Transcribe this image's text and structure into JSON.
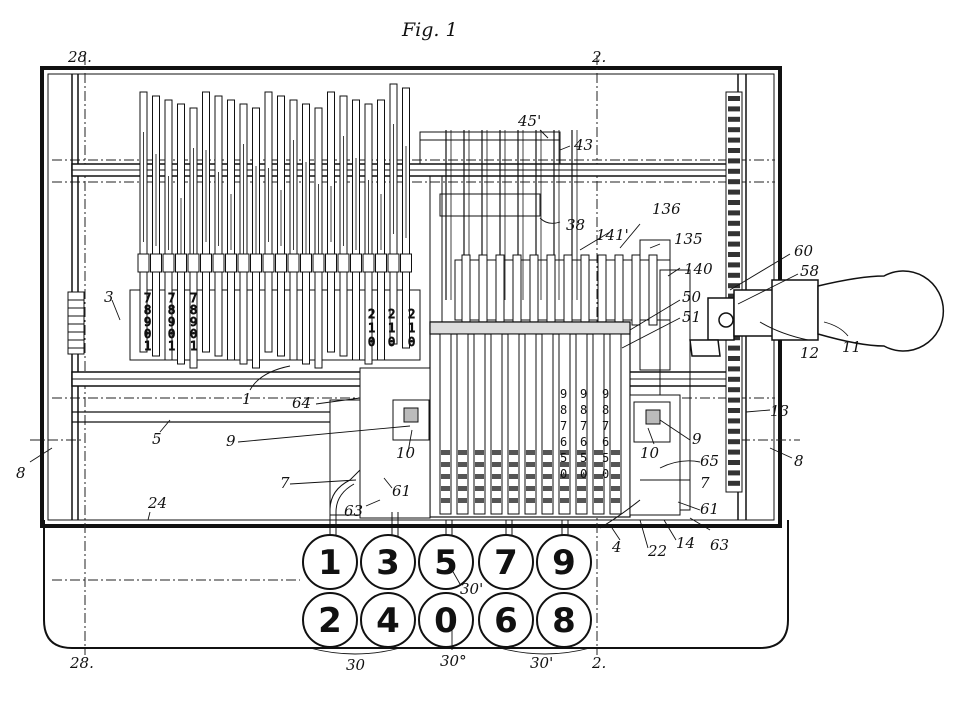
{
  "figure": {
    "title": "Fig. 1",
    "section_marks": {
      "top_left": "28.",
      "bottom_left": "28.",
      "top_right": "2.",
      "bottom_right": "2."
    },
    "keys_top": [
      "1",
      "3",
      "5",
      "7",
      "9"
    ],
    "keys_bottom": [
      "2",
      "4",
      "0",
      "6",
      "8"
    ],
    "left_digit_columns": [
      [
        "7",
        "8",
        "9",
        "0",
        "1"
      ],
      [
        "7",
        "8",
        "9",
        "0",
        "1"
      ],
      [
        "7",
        "8",
        "9",
        "0",
        "1"
      ]
    ],
    "small_digit_columns": [
      [
        "2",
        "1",
        "0"
      ],
      [
        "2",
        "1",
        "0"
      ],
      [
        "2",
        "1",
        "0"
      ]
    ],
    "right_digit_columns": [
      [
        "9",
        "8",
        "7",
        "6",
        "5",
        "0"
      ],
      [
        "9",
        "8",
        "7",
        "6",
        "5",
        "0"
      ],
      [
        "9",
        "8",
        "7",
        "6",
        "5",
        "0"
      ]
    ],
    "reference_numerals": {
      "n45p": "45'",
      "n43": "43",
      "n38": "38",
      "n136": "136",
      "n141p": "141'",
      "n135": "135",
      "n140": "140",
      "n60": "60",
      "n58": "58",
      "n50": "50",
      "n51": "51",
      "n12": "12",
      "n11": "11",
      "n13": "13",
      "n3": "3",
      "n1": "1",
      "n64": "64",
      "n5": "5",
      "n9_left": "9",
      "n9_right": "9",
      "n10_left": "10",
      "n10_right": "10",
      "n8_left": "8",
      "n8_right": "8",
      "n65": "65",
      "n7_left": "7",
      "n7_right": "7",
      "n61_left": "61",
      "n61_right": "61",
      "n63_left": "63",
      "n63_right": "63",
      "n24": "24",
      "n4": "4",
      "n22": "22",
      "n14": "14",
      "n30p_key": "30'",
      "n30": "30",
      "n30deg": "30°",
      "n30p": "30'"
    }
  }
}
